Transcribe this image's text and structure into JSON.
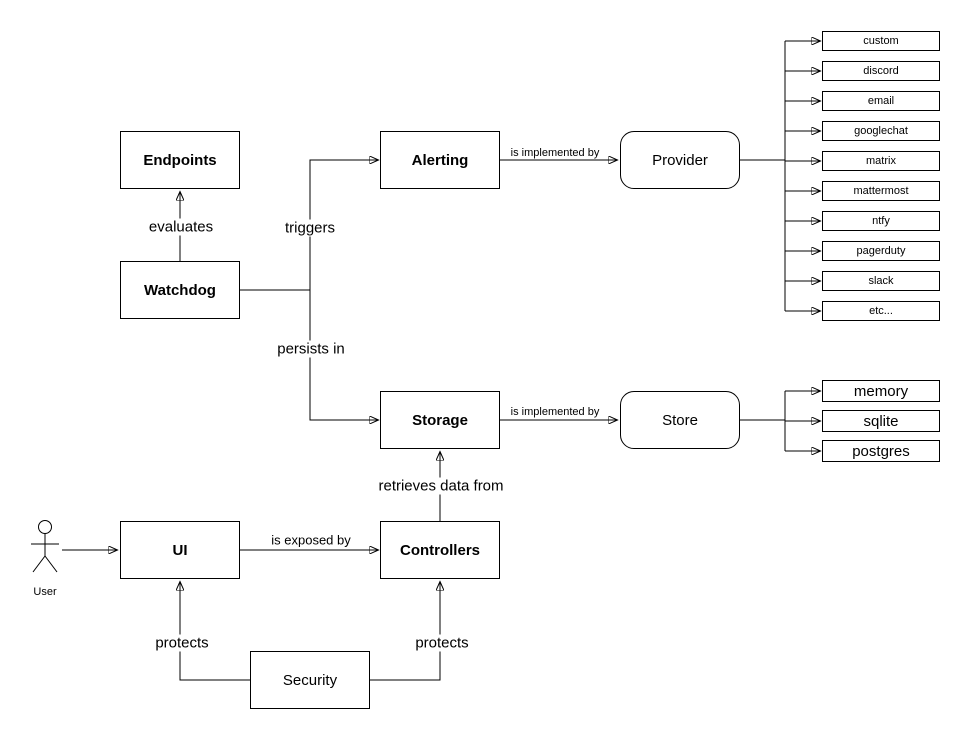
{
  "diagram": {
    "nodes": {
      "endpoints": {
        "label": "Endpoints"
      },
      "watchdog": {
        "label": "Watchdog"
      },
      "alerting": {
        "label": "Alerting"
      },
      "provider": {
        "label": "Provider"
      },
      "storage": {
        "label": "Storage"
      },
      "store": {
        "label": "Store"
      },
      "ui": {
        "label": "UI"
      },
      "controllers": {
        "label": "Controllers"
      },
      "security": {
        "label": "Security"
      }
    },
    "actor": {
      "label": "User"
    },
    "edge_labels": {
      "evaluates": "evaluates",
      "triggers": "triggers",
      "persists_in": "persists in",
      "alerting_implemented_by": "is implemented by",
      "storage_implemented_by": "is implemented by",
      "retrieves_data_from": "retrieves data from",
      "is_exposed_by": "is exposed by",
      "protects_ui": "protects",
      "protects_controllers": "protects"
    },
    "alerting_providers": [
      "custom",
      "discord",
      "email",
      "googlechat",
      "matrix",
      "mattermost",
      "ntfy",
      "pagerduty",
      "slack",
      "etc..."
    ],
    "storage_backends": [
      "memory",
      "sqlite",
      "postgres"
    ]
  },
  "colors": {
    "stroke": "#000000",
    "node_fill": "#ffffff",
    "text": "#000000",
    "background": "#ffffff"
  }
}
